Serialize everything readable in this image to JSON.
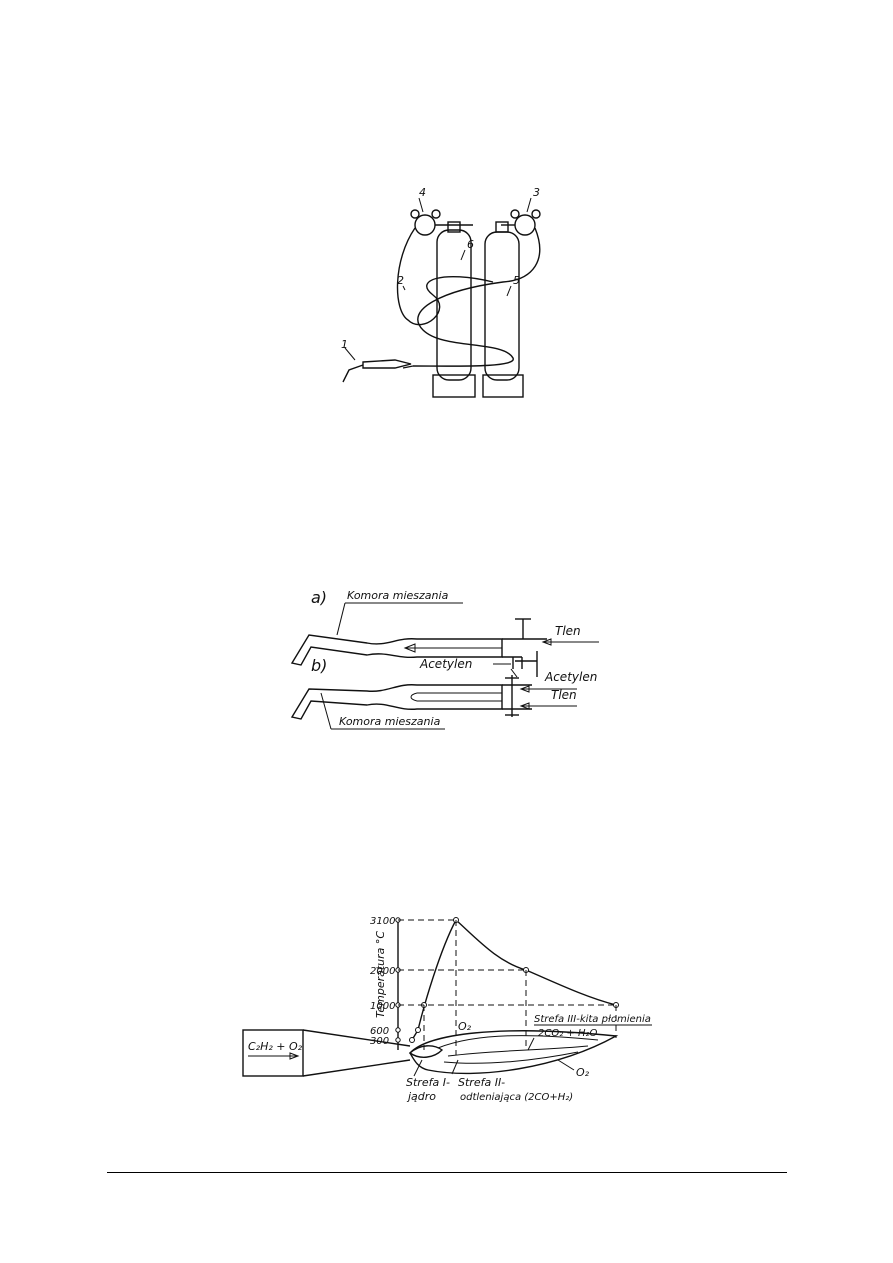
{
  "figure1": {
    "callouts": [
      "1",
      "2",
      "3",
      "4",
      "5",
      "6"
    ]
  },
  "figure2": {
    "variant_a": "a)",
    "variant_b": "b)",
    "mixing_chamber_a": "Komora mieszania",
    "mixing_chamber_b": "Komora mieszania",
    "oxygen_a": "Tlen",
    "acetylene_a": "Acetylen",
    "acetylene_b": "Acetylen",
    "oxygen_b": "Tlen"
  },
  "figure3": {
    "ylabel": "Temperatura °C",
    "ticks": [
      "3100",
      "2000",
      "1000",
      "600",
      "300"
    ],
    "inlet": "C₂H₂ + O₂",
    "o2_top": "O₂",
    "o2_right": "O₂",
    "zone3": "Strefa III-kita płomienia",
    "zone3_products": "2CO₂ + H₂O",
    "zone1_line1": "Strefa I-",
    "zone1_line2": "jądro",
    "zone2_line1": "Strefa II-",
    "zone2_line2": "odtleniająca (2CO+H₂)"
  },
  "chart_data": {
    "type": "line",
    "ylabel": "Temperatura °C",
    "y_ticks": [
      300,
      600,
      1000,
      2000,
      3100
    ],
    "series": [
      {
        "values": [
          300,
          600,
          1000,
          3100,
          2000,
          1000
        ]
      }
    ]
  }
}
